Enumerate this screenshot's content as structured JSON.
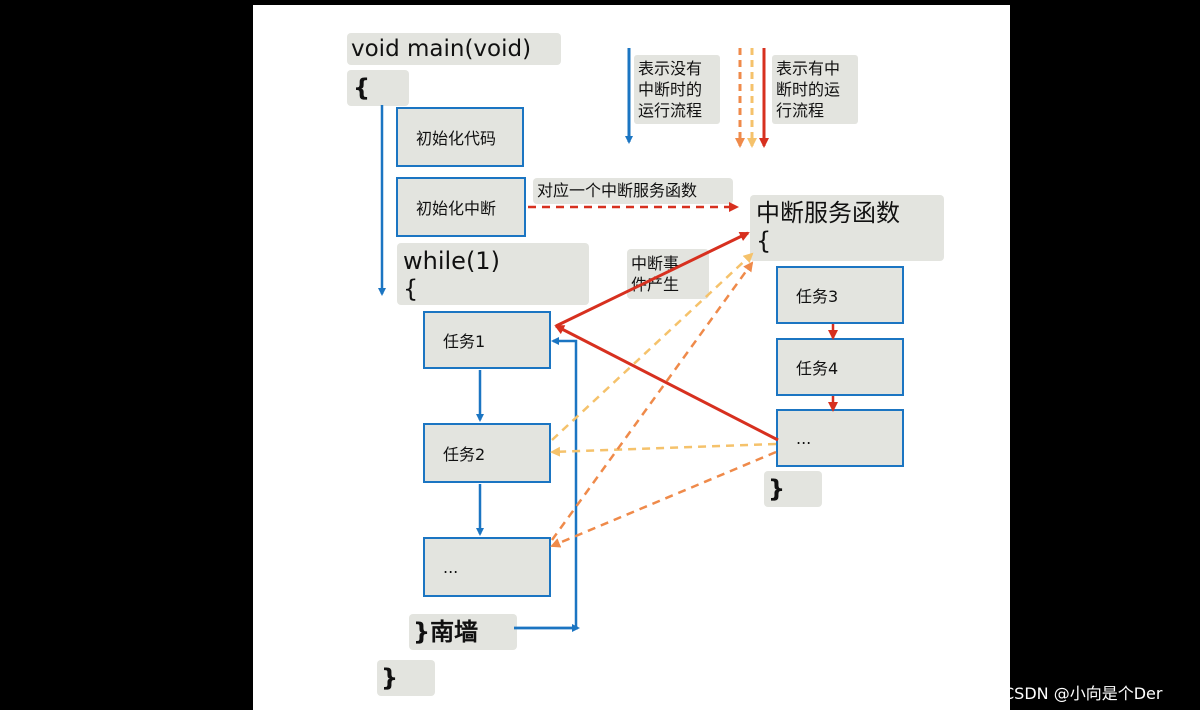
{
  "code": {
    "main_sig": "void  main(void)",
    "open_brace": "{",
    "init_code": "初始化代码",
    "init_interrupt": "初始化中断",
    "while_line1": "while(1)",
    "while_line2": "{",
    "task1": "任务1",
    "task2": "任务2",
    "ellipsis_left": "...",
    "loop_end": "}南墙",
    "close_brace": "}"
  },
  "isr": {
    "title_line1": "中断服务函数",
    "title_line2": "{",
    "task3": "任务3",
    "task4": "任务4",
    "ellipsis_right": "...",
    "close_brace": "}"
  },
  "labels": {
    "corresponds": "对应一个中断服务函数",
    "event_line1": "中断事",
    "event_line2": "件产生"
  },
  "legend": {
    "no_interrupt_lines": [
      "表示没有",
      "中断时的",
      "运行流程"
    ],
    "with_interrupt_lines": [
      "表示有中",
      "断时的运",
      "行流程"
    ]
  },
  "colors": {
    "blue": "#1b75c2",
    "red": "#d7301f",
    "orange": "#ef8a4a",
    "light_orange": "#f5c26b",
    "box_fill": "#e3e4df"
  },
  "watermark": "CSDN @小向是个Der"
}
